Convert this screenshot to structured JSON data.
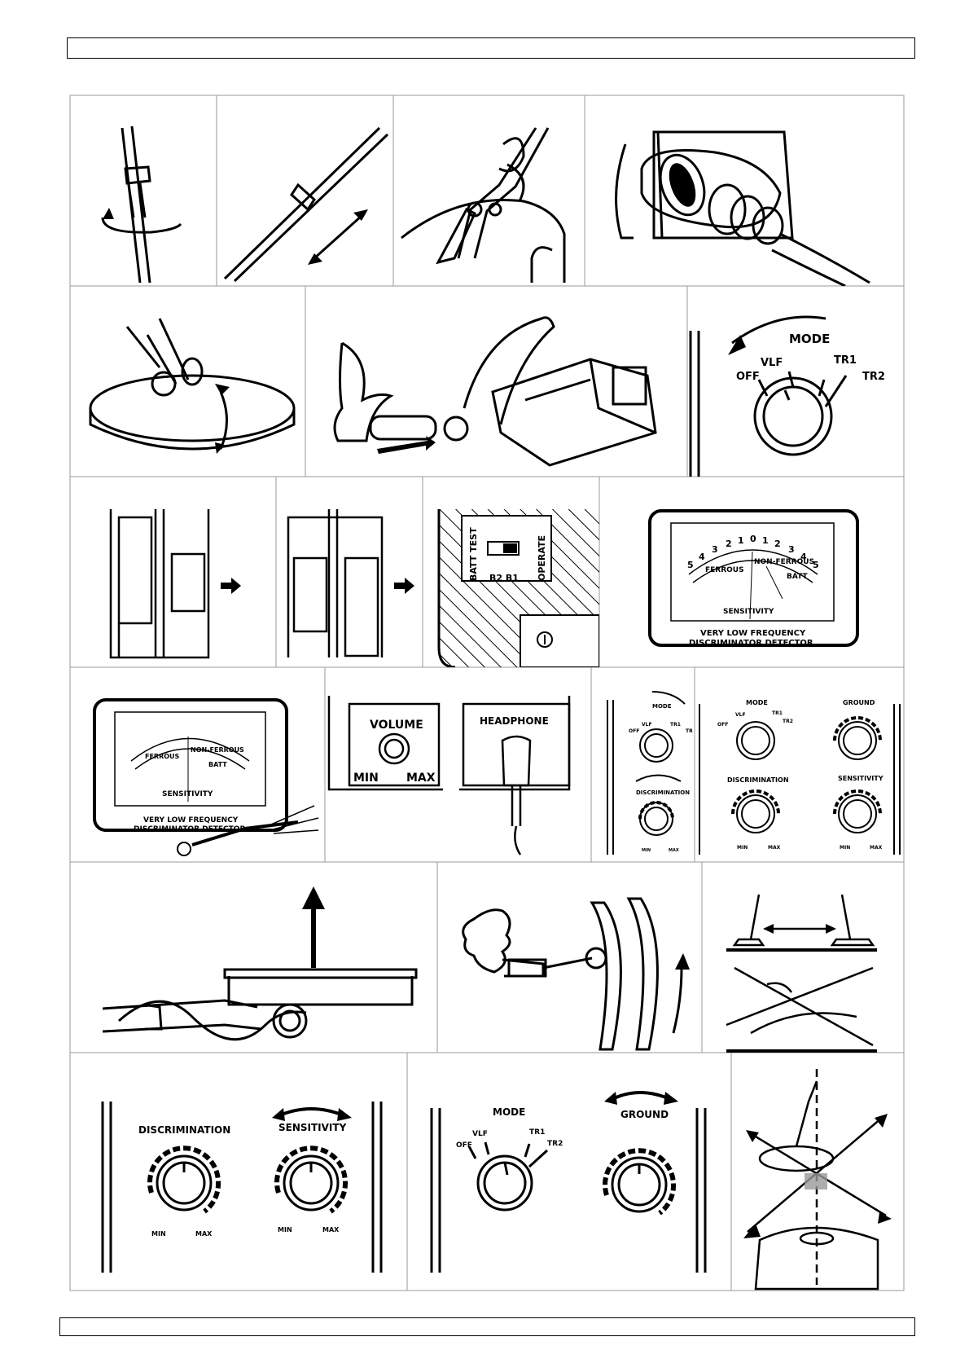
{
  "page": {
    "row1": {},
    "row2": {
      "mode_panel": {
        "title": "MODE",
        "off": "OFF",
        "vlf": "VLF",
        "tr1": "TR1",
        "tr2": "TR2"
      }
    },
    "row3": {
      "battery_panel": {
        "batt_test": "BATT TEST",
        "operate": "OPERATE",
        "b2b1": "B2 B1"
      },
      "meter_panel": {
        "scale_left": [
          "5",
          "4",
          "3",
          "2",
          "1",
          "0"
        ],
        "scale_right": [
          "1",
          "2",
          "3",
          "4",
          "5"
        ],
        "ferrous": "FERROUS",
        "non_ferrous": "NON-FERROUS",
        "batt": "BATT",
        "sensitivity": "SENSITIVITY",
        "caption_line1": "VERY LOW FREQUENCY",
        "caption_line2": "DISCRIMINATOR DETECTOR"
      }
    },
    "row4": {
      "meter_adjust": {
        "ferrous": "FERROUS",
        "non_ferrous": "NON-FERROUS",
        "batt": "BATT",
        "sensitivity": "SENSITIVITY",
        "caption_line1": "VERY LOW FREQUENCY",
        "caption_line2": "DISCRIMINATOR DETECTOR"
      },
      "volume_panel": {
        "volume": "VOLUME",
        "min": "MIN",
        "max": "MAX",
        "headphone": "HEADPHONE"
      },
      "small_knobs": {
        "mode": "MODE",
        "off": "OFF",
        "vlf": "VLF",
        "tr1": "TR1",
        "tr": "TR",
        "discrimination": "DISCRIMINATION",
        "min": "MIN",
        "max": "MAX"
      },
      "four_knobs": {
        "mode": "MODE",
        "off": "OFF",
        "vlf": "VLF",
        "tr1": "TR1",
        "tr2": "TR2",
        "ground": "GROUND",
        "discrimination": "DISCRIMINATION",
        "sensitivity": "SENSITIVITY",
        "min": "MIN",
        "max": "MAX"
      }
    },
    "row6": {
      "disc_sens": {
        "discrimination": "DISCRIMINATION",
        "sensitivity": "SENSITIVITY",
        "min": "MIN",
        "max": "MAX"
      },
      "mode_ground": {
        "mode": "MODE",
        "off": "OFF",
        "vlf": "VLF",
        "tr1": "TR1",
        "tr2": "TR2",
        "ground": "GROUND"
      }
    }
  }
}
